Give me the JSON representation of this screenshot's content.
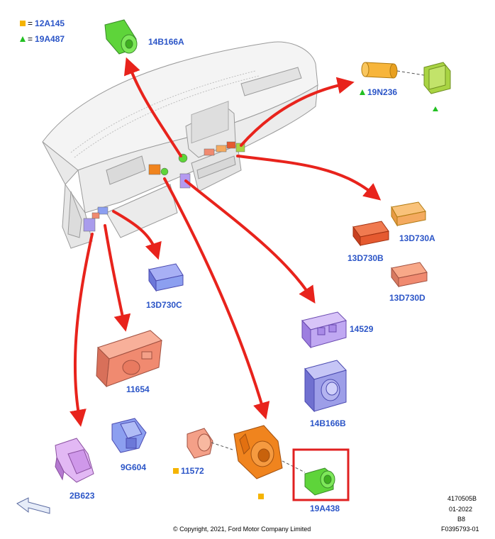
{
  "legend": {
    "square": {
      "symbol": "square",
      "color": "#f5b400",
      "label": "12A145"
    },
    "triangle": {
      "symbol": "triangle",
      "color": "#22c022",
      "label": "19A487"
    }
  },
  "parts": {
    "p14B166A_top": "14B166A",
    "p19N236": "19N236",
    "p13D730A": "13D730A",
    "p13D730B": "13D730B",
    "p13D730D": "13D730D",
    "p13D730C": "13D730C",
    "p14529": "14529",
    "p11654": "11654",
    "p14B166B": "14B166B",
    "p9G604": "9G604",
    "p2B623": "2B623",
    "p11572": "11572",
    "p19A438": "19A438"
  },
  "meta": {
    "copyright": "© Copyright, 2021, Ford Motor Company Limited",
    "code1": "4170505B",
    "date": "01-2022",
    "rev": "B8",
    "figure": "F0395793-01"
  },
  "colors": {
    "arrow": "#e8231c",
    "highlight_box": "#e02020",
    "green_part": "#5ed43a",
    "orange_part": "#f0841e",
    "purple_part": "#9d8ee8",
    "salmon_part": "#f08a70",
    "yellow_part": "#f7b53b",
    "label_blue": "#2b55c7"
  }
}
